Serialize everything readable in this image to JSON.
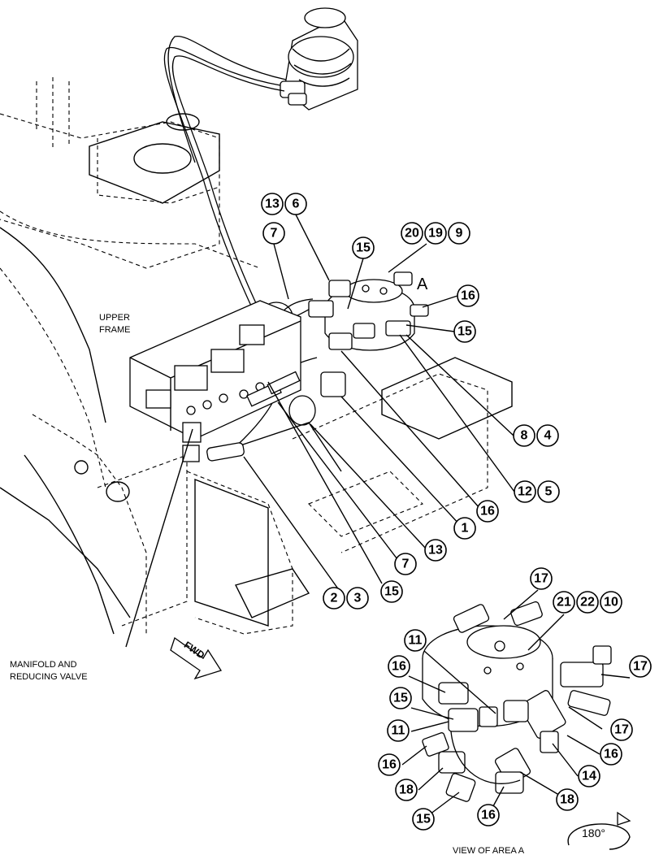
{
  "labels": {
    "upper_frame": [
      "UPPER",
      "FRAME"
    ],
    "manifold": [
      "MANIFOLD AND",
      "REDUCING VALVE"
    ],
    "view_area": "VIEW OF AREA  A",
    "area_mark": "A",
    "fwd": "FWD",
    "rotation": "180°"
  },
  "callouts": [
    {
      "id": "c-13a",
      "text": "13"
    },
    {
      "id": "c-6",
      "text": "6"
    },
    {
      "id": "c-7a",
      "text": "7"
    },
    {
      "id": "c-15a",
      "text": "15"
    },
    {
      "id": "c-20",
      "text": "20"
    },
    {
      "id": "c-19",
      "text": "19"
    },
    {
      "id": "c-9",
      "text": "9"
    },
    {
      "id": "c-16a",
      "text": "16"
    },
    {
      "id": "c-15b",
      "text": "15"
    },
    {
      "id": "c-8",
      "text": "8"
    },
    {
      "id": "c-4",
      "text": "4"
    },
    {
      "id": "c-12",
      "text": "12"
    },
    {
      "id": "c-5",
      "text": "5"
    },
    {
      "id": "c-16b",
      "text": "16"
    },
    {
      "id": "c-1",
      "text": "1"
    },
    {
      "id": "c-13b",
      "text": "13"
    },
    {
      "id": "c-7b",
      "text": "7"
    },
    {
      "id": "c-15c",
      "text": "15"
    },
    {
      "id": "c-2",
      "text": "2"
    },
    {
      "id": "c-3",
      "text": "3"
    },
    {
      "id": "c-17a",
      "text": "17"
    },
    {
      "id": "c-21",
      "text": "21"
    },
    {
      "id": "c-22",
      "text": "22"
    },
    {
      "id": "c-10",
      "text": "10"
    },
    {
      "id": "c-11a",
      "text": "11"
    },
    {
      "id": "c-17b",
      "text": "17"
    },
    {
      "id": "c-16c",
      "text": "16"
    },
    {
      "id": "c-15d",
      "text": "15"
    },
    {
      "id": "c-17c",
      "text": "17"
    },
    {
      "id": "c-11b",
      "text": "11"
    },
    {
      "id": "c-16d",
      "text": "16"
    },
    {
      "id": "c-16e",
      "text": "16"
    },
    {
      "id": "c-14",
      "text": "14"
    },
    {
      "id": "c-18a",
      "text": "18"
    },
    {
      "id": "c-18b",
      "text": "18"
    },
    {
      "id": "c-15e",
      "text": "15"
    },
    {
      "id": "c-16f",
      "text": "16"
    }
  ]
}
